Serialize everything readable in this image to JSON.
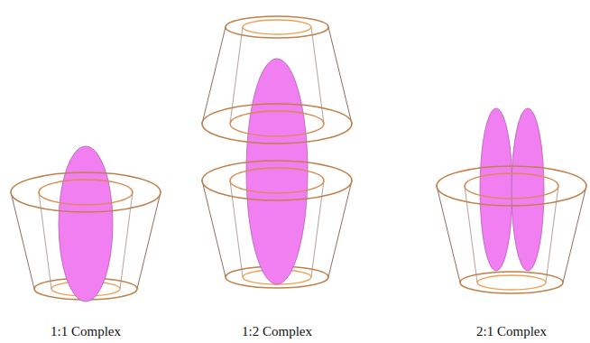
{
  "diagram": {
    "labels": [
      "1:1 Complex",
      "1:2 Complex",
      "2:1 Complex"
    ]
  }
}
